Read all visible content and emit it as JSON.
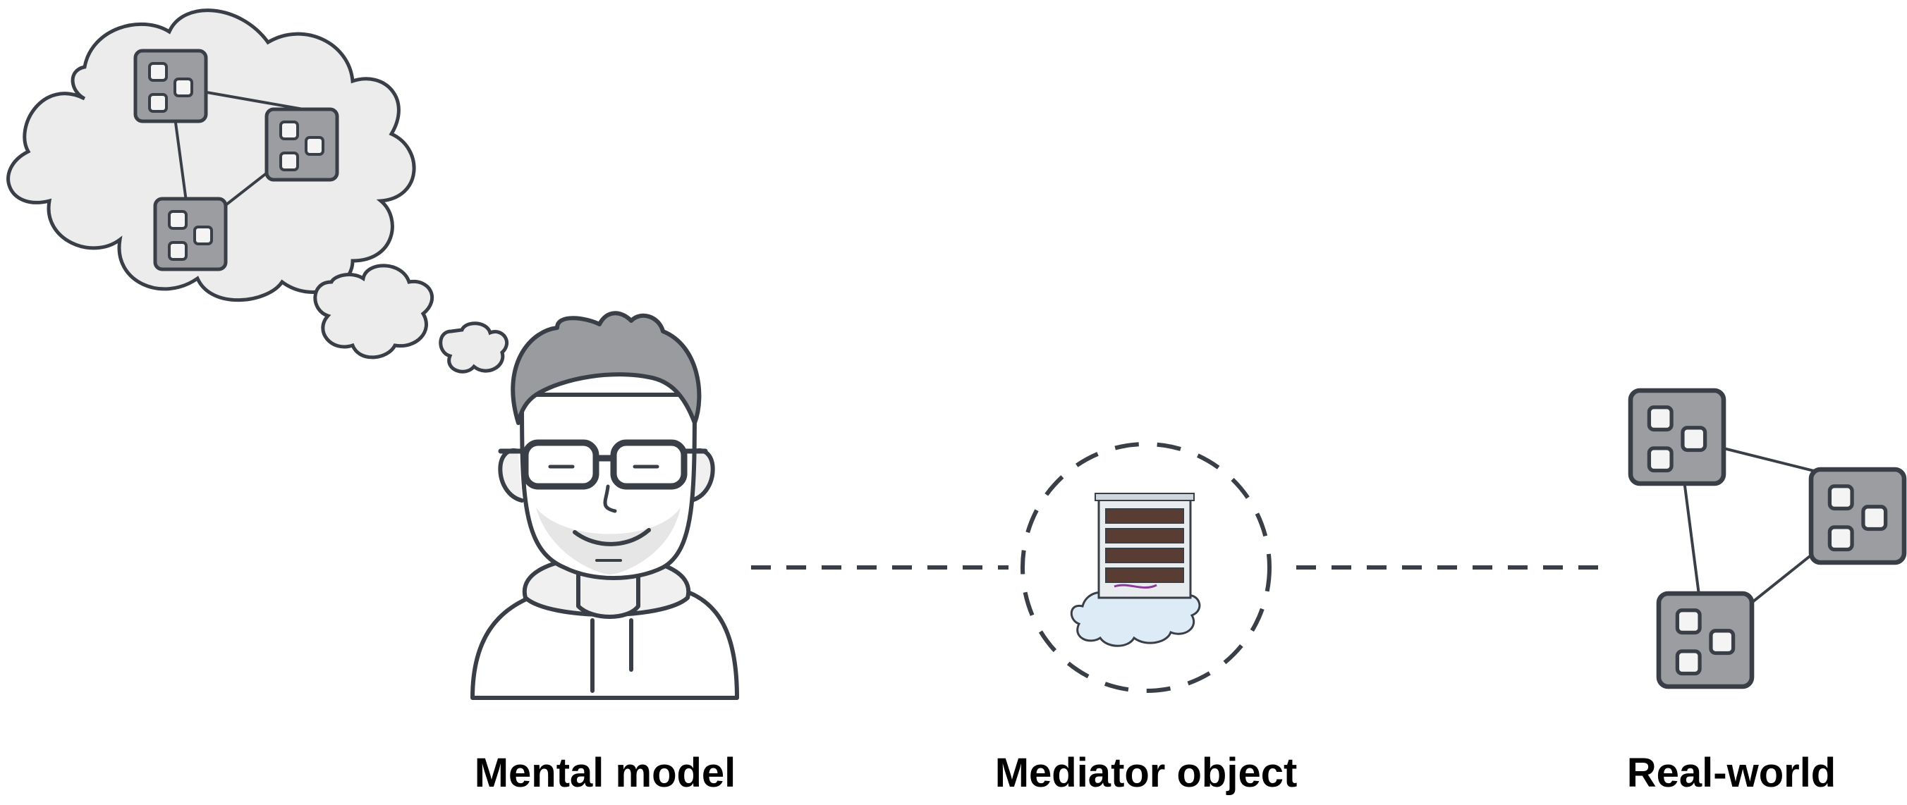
{
  "labels": {
    "mental_model": "Mental model",
    "mediator_object": "Mediator object",
    "real_world": "Real-world"
  },
  "icons": {
    "person": "person-with-glasses-icon",
    "thought": "thought-cloud-icon",
    "mediator": "server-rack-on-cloud-icon",
    "node": "module-box-icon"
  },
  "colors": {
    "stroke": "#3a3f47",
    "box_fill": "#9c9da1",
    "cloud_fill": "#ececec",
    "face_fill": "#ffffff",
    "hair_fill": "#9a9b9e",
    "accent_cloud": "#dcebf6"
  }
}
